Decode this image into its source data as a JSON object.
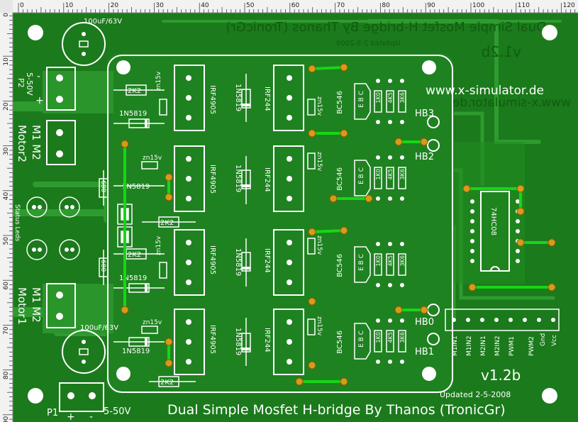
{
  "board": {
    "title": "Dual Simple Mosfet H-bridge  By Thanos (TronicGr)",
    "mirror_title": "Dual Simple Mosfet H-bridge  By Thanos (TronicGr)",
    "mirror_date": "Updated 2-5-2008",
    "mirror_version": "v1.2b",
    "website": "www.x-simulator.de",
    "mirror_website": "www.x-simulator.de",
    "version": "v1.2b",
    "updated": "Updated 2-5-2008",
    "colors": {
      "board": "#1b7a1b",
      "trace": "#2e9b2e",
      "silk": "#ffffff",
      "pad": "#d89a1a",
      "jumper": "#17d617"
    }
  },
  "ruler": {
    "top_ticks": [
      "0",
      "10",
      "20",
      "30",
      "40",
      "50",
      "60",
      "70",
      "80",
      "90",
      "100",
      "110",
      "120"
    ],
    "left_ticks": [
      "0",
      "10",
      "20",
      "30",
      "40",
      "50",
      "60",
      "70",
      "80",
      "90"
    ]
  },
  "labels": {
    "cap_top": "100uF/63V",
    "cap_bottom": "100uF/63V",
    "p2_voltage": "5-50V",
    "p2_name": "P2",
    "p2_minus": "-",
    "p2_plus": "+",
    "motor2_a": "M1 M2",
    "motor2_b": "Motor2",
    "motor1_a": "M1 M2",
    "motor1_b": "Motor1",
    "status_leds": "Status Leds",
    "p1_name": "P1",
    "p1_plus": "+",
    "p1_minus": "-",
    "p1_voltage": "5-50V",
    "r_2k2": "2K2",
    "r_680": "680",
    "diode_1n5819": "1N5819",
    "zener": "zn15v",
    "mosfet_p": "IRF4905",
    "mosfet_n": "IRF244",
    "diode_1n5819_v": "1N5819",
    "transistor": "BC546",
    "ebc": "E B C",
    "r_1k0": "1K0",
    "r_4k5": "4K5",
    "r_3k6": "3K6",
    "hb3": "HB3",
    "hb2": "HB2",
    "hb0": "HB0",
    "hb1": "HB1",
    "ic": "74HC08",
    "header_pins": [
      "M1IN1",
      "M1IN2",
      "M2IN1",
      "M2IN2",
      "PWM1",
      "PWM2",
      "Gnd",
      "Vcc"
    ]
  }
}
